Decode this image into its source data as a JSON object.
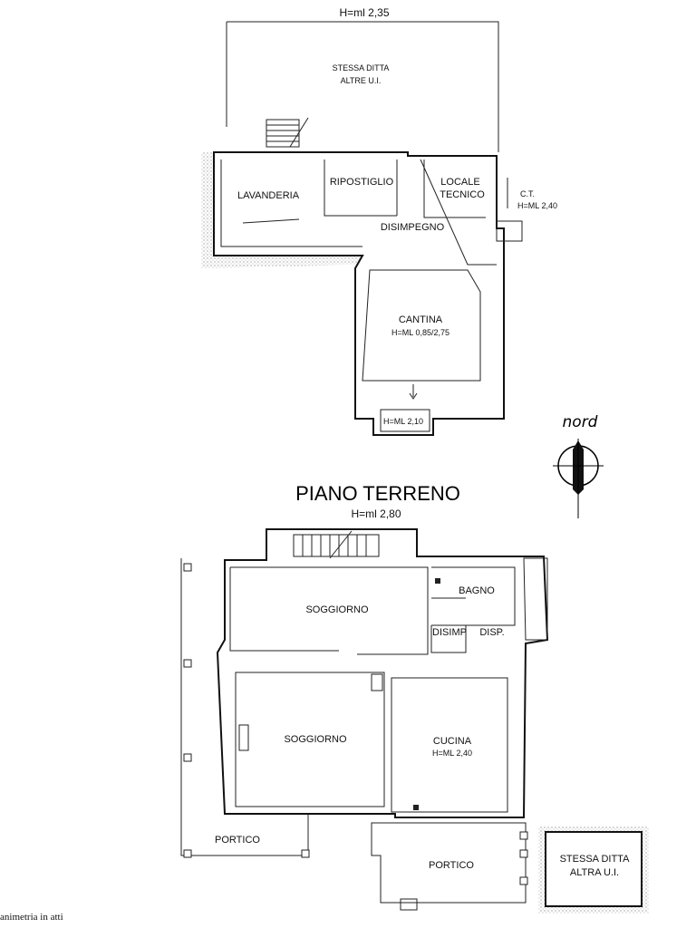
{
  "upper_level": {
    "height_label": "H=ml 2,35",
    "rooms": {
      "stessa_ditta_line1": "STESSA DITTA",
      "stessa_ditta_line2": "ALTRE U.I.",
      "lavanderia": "LAVANDERIA",
      "ripostiglio": "RIPOSTIGLIO",
      "locale_tecnico_line1": "LOCALE",
      "locale_tecnico_line2": "TECNICO",
      "ct": "C.T.",
      "ct_height": "H=ML 2,40",
      "disimpegno": "DISIMPEGNO",
      "cantina": "CANTINA",
      "cantina_height": "H=ML 0,85/2,75",
      "small_room_height": "H=ML 2,10"
    }
  },
  "north_label": "nord",
  "ground_level": {
    "title": "PIANO TERRENO",
    "height_label": "H=ml 2,80",
    "rooms": {
      "soggiorno_upper": "SOGGIORNO",
      "bagno": "BAGNO",
      "disimp": "DISIMP",
      "disp": "DISP.",
      "soggiorno_lower": "SOGGIORNO",
      "cucina": "CUCINA",
      "cucina_height": "H=ML 2,40",
      "portico_left": "PORTICO",
      "portico_center": "PORTICO",
      "stessa_ditta_line1": "STESSA DITTA",
      "stessa_ditta_line2": "ALTRA U.I."
    }
  },
  "caption": "animetria in atti"
}
